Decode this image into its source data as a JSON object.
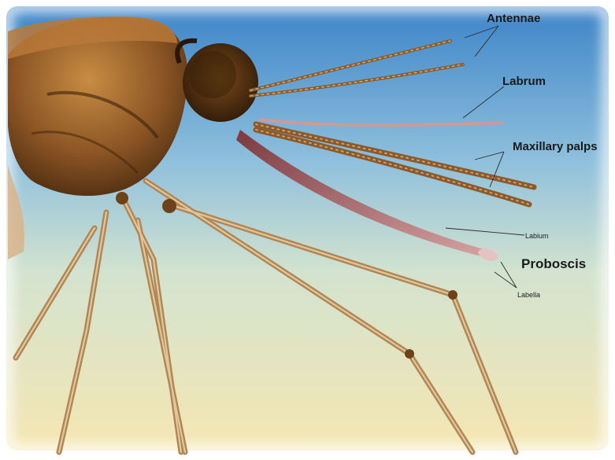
{
  "labels": {
    "antennae": "Antennae",
    "labrum": "Labrum",
    "maxillary_palps": "Maxillary palps",
    "labium": "Labium",
    "proboscis": "Proboscis",
    "labella": "Labella"
  },
  "colors": {
    "sky_top": "#3f86c9",
    "sky_bottom": "#f3e6b3",
    "body": "#8a5a26",
    "proboscis": "#b4787a"
  }
}
